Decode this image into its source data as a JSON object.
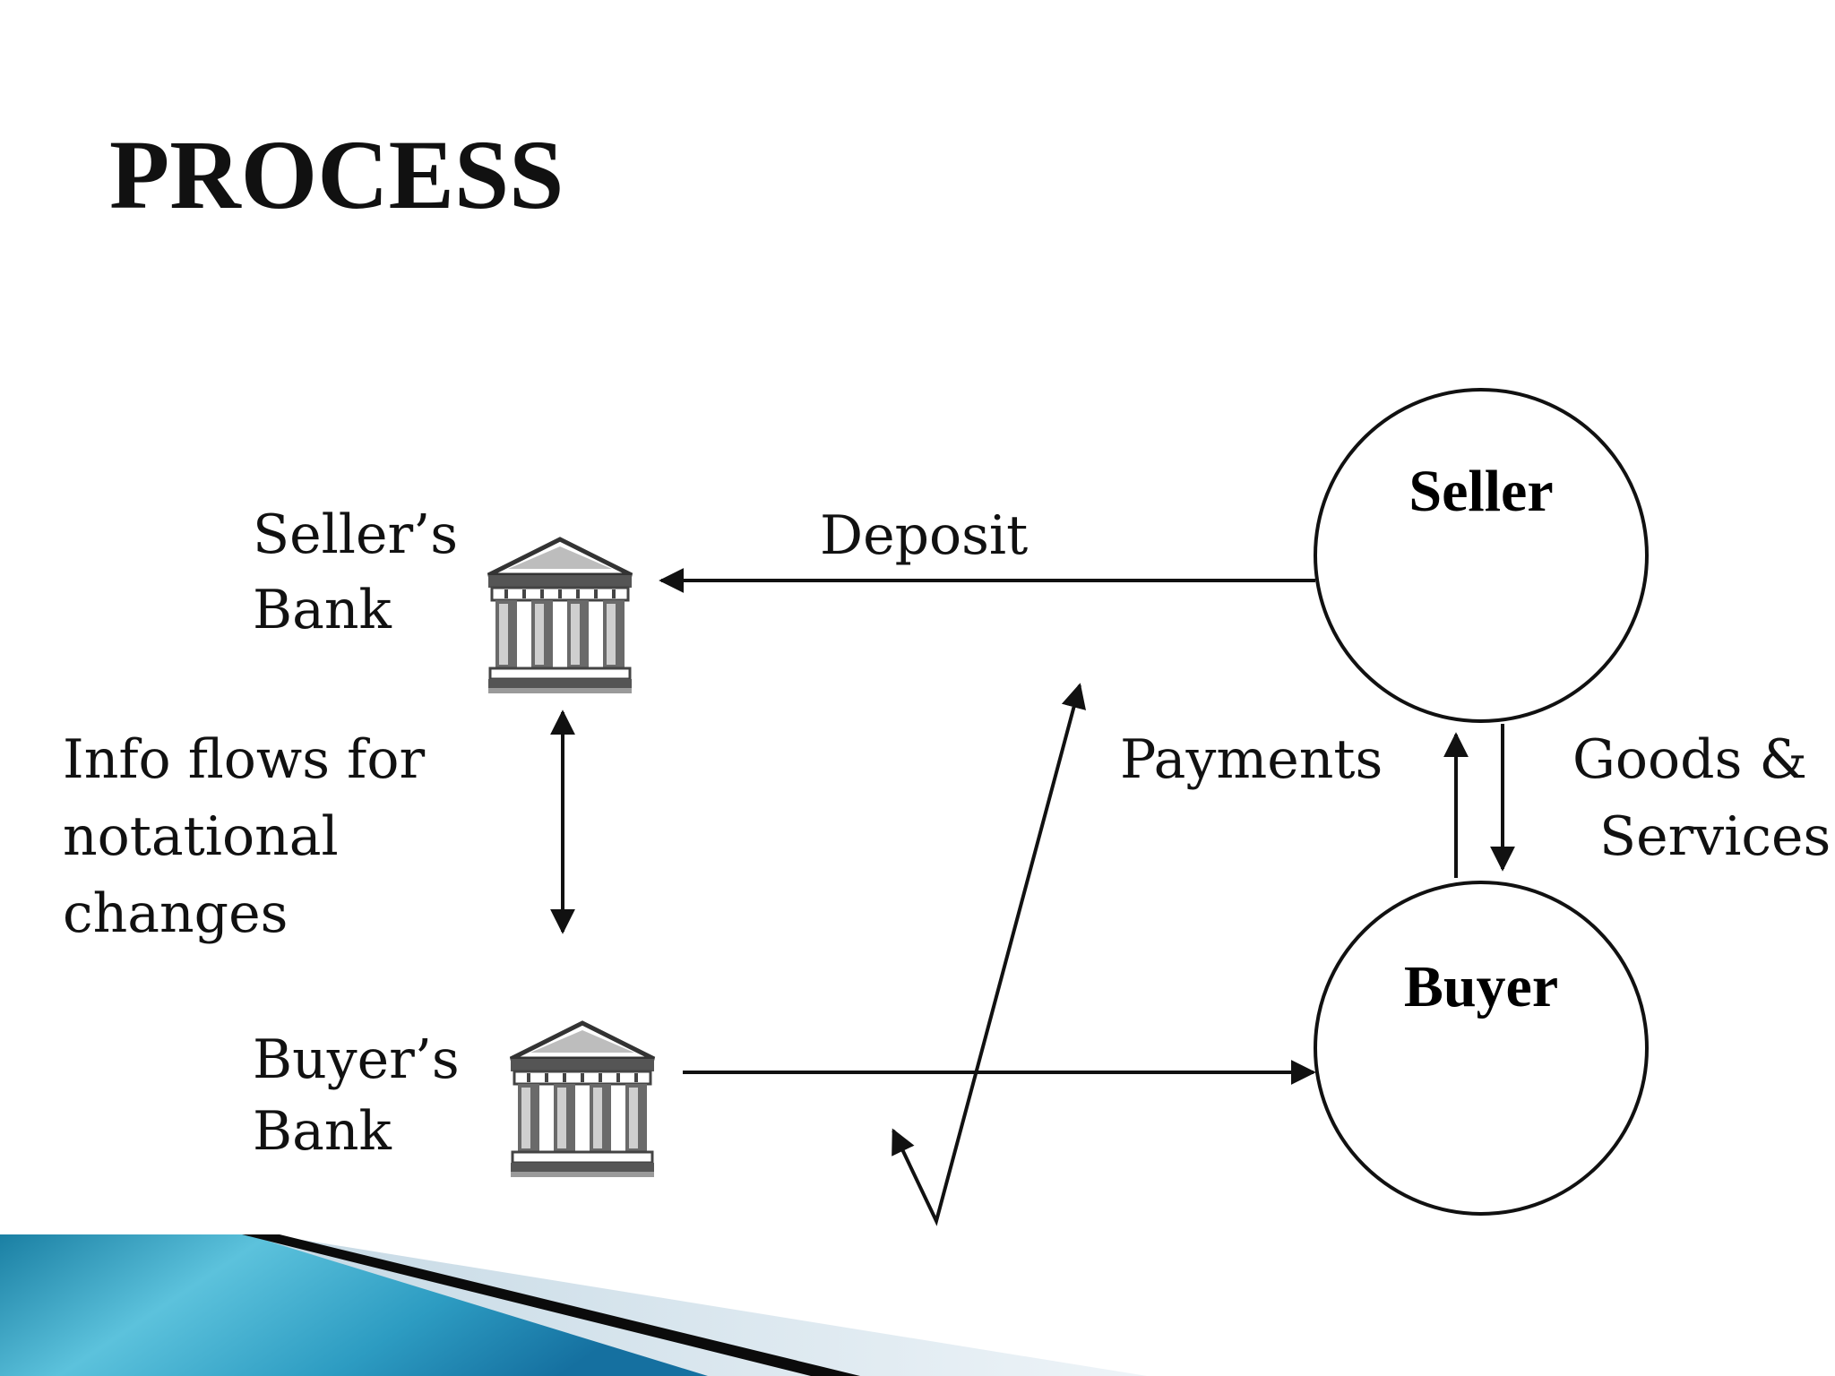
{
  "title": "PROCESS",
  "nodes": {
    "seller": "Seller",
    "buyer": "Buyer"
  },
  "banks": {
    "sellers_bank": [
      "Seller’s",
      "Bank"
    ],
    "buyers_bank": [
      "Buyer’s",
      "Bank"
    ]
  },
  "flows": {
    "deposit": "Deposit",
    "payments": "Payments",
    "goods_services": [
      "Goods &",
      "Services"
    ],
    "info_flows": [
      "Info flows for",
      "notational",
      "changes"
    ]
  },
  "icons": {
    "bank": "bank-building-icon"
  },
  "colors": {
    "ink": "#111111",
    "banner_blue_dark": "#1a7fa3",
    "banner_blue_light": "#5cc2dc",
    "banner_black": "#0b0b0b",
    "banner_grey": "#c9d9e3"
  }
}
